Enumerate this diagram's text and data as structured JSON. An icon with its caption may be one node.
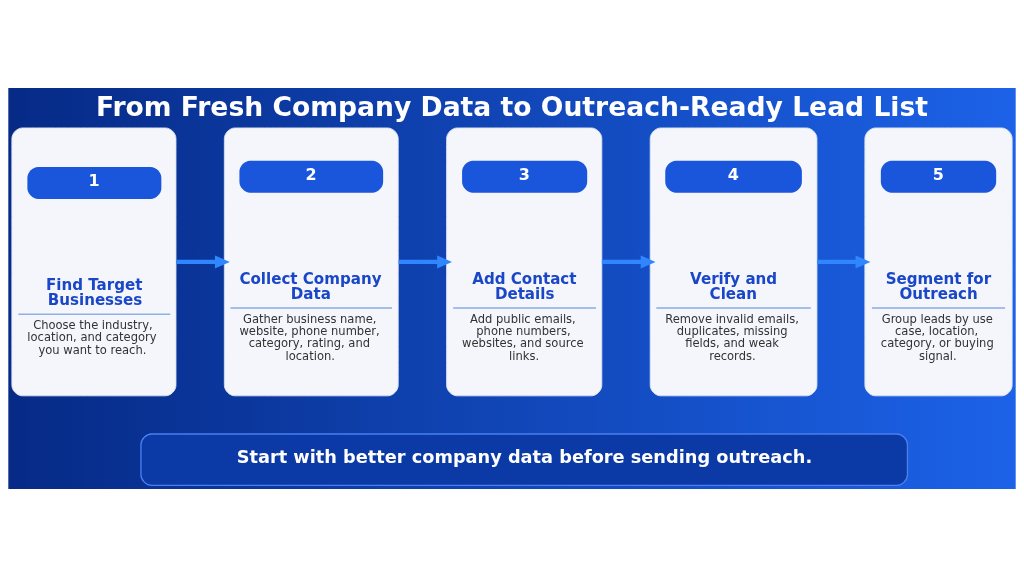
{
  "diagram": {
    "title": "From Fresh Company Data to Outreach-Ready Lead List",
    "nodes": [
      {
        "text": [
          "1",
          "Find Target Businesses",
          "Choose the industry, location, and category you want to reach."
        ]
      },
      {
        "text": [
          "2",
          "Collect Company Data",
          "Gather business name, website, phone number, category, rating, and location."
        ]
      },
      {
        "text": [
          "3",
          "Add Contact Details",
          "Add public emails, phone numbers, websites, and source links."
        ]
      },
      {
        "text": [
          "4",
          "Verify and Clean",
          "Remove invalid emails, duplicates, missing fields, and weak records."
        ]
      },
      {
        "text": [
          "5",
          "Segment for Outreach",
          "Group leads by use case, location, category, or buying signal."
        ]
      },
      {
        "text": [
          "Start with better company data before sending outreach."
        ]
      }
    ],
    "edges": [
      {
        "from": 0,
        "to": 1,
        "arrow": "to"
      },
      {
        "from": 1,
        "to": 2,
        "arrow": "to"
      },
      {
        "from": 2,
        "to": 3,
        "arrow": "to"
      },
      {
        "from": 3,
        "to": 4,
        "arrow": "to"
      }
    ]
  }
}
